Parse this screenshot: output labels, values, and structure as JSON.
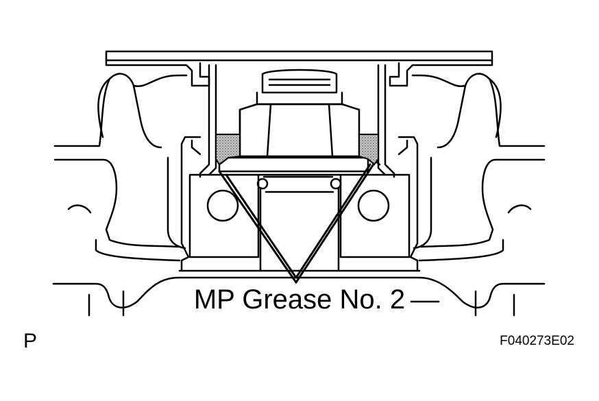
{
  "diagram": {
    "callout": "MP Grease No. 2",
    "corner_mark": "P",
    "figure_code": "F040273E02"
  },
  "colors": {
    "line": "#000000",
    "background": "#ffffff",
    "grease_fill": "#9a9a9a"
  }
}
